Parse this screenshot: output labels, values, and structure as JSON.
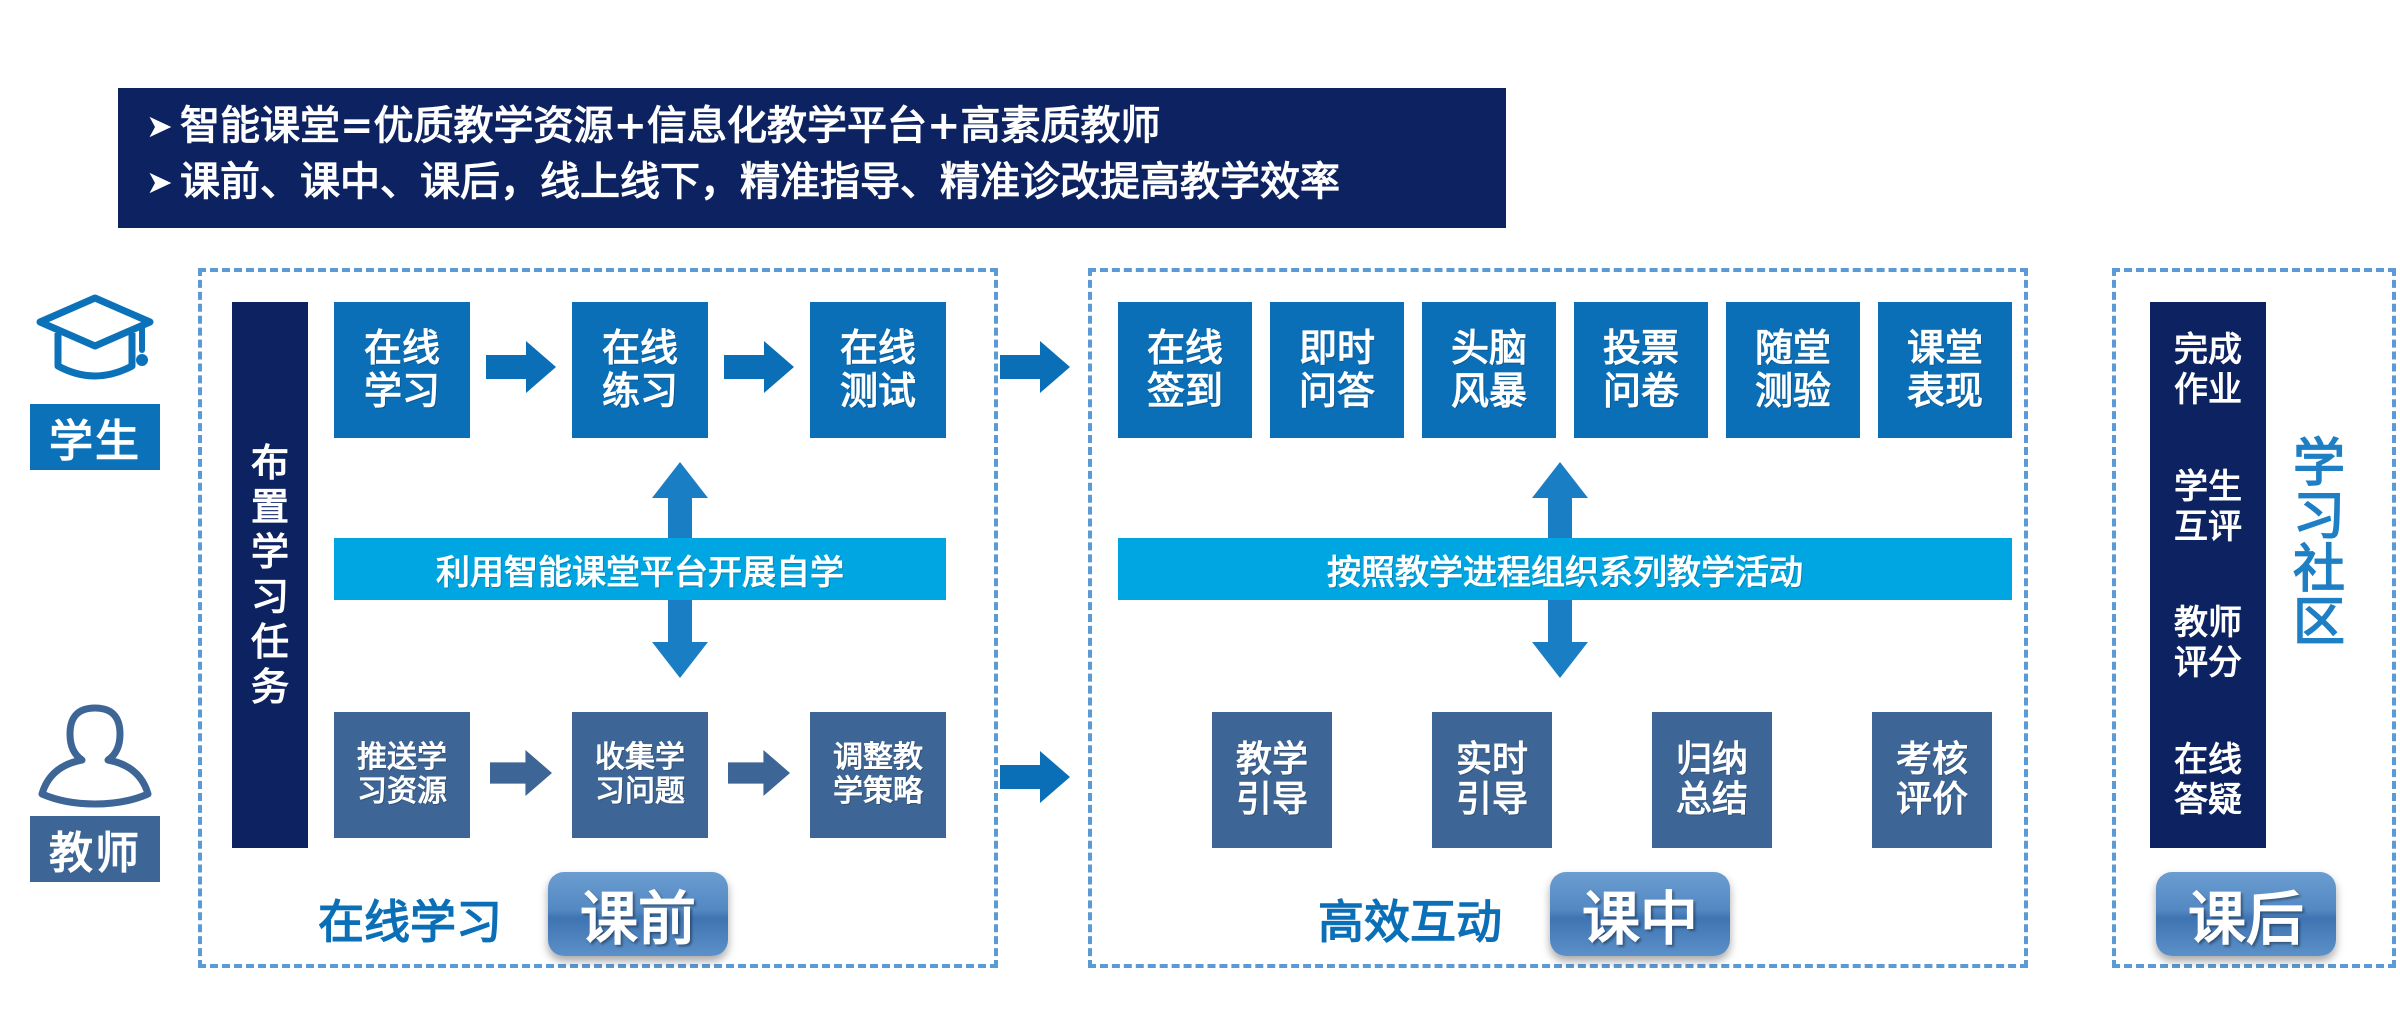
{
  "banner": {
    "bullet_glyph": "➤",
    "lines": [
      "智能课堂=优质教学资源+信息化教学平台+高素质教师",
      "课前、课中、课后，线上线下，精准指导、精准诊改提高教学效率"
    ]
  },
  "roles": {
    "student": {
      "label": "学生",
      "icon": "graduation-cap-icon",
      "color": "#0b72ba"
    },
    "teacher": {
      "label": "教师",
      "icon": "person-icon",
      "color": "#3d6595"
    }
  },
  "colors": {
    "navy": "#0d2260",
    "blue": "#0b6fb8",
    "steel": "#3d6595",
    "cyan": "#00a6e2",
    "dashed": "#5b9bd5",
    "pill_text": "#ffffff"
  },
  "pre_class": {
    "task_bar": {
      "chars": [
        "布",
        "置",
        "学",
        "习",
        "任",
        "务"
      ]
    },
    "student_row": [
      {
        "l1": "在线",
        "l2": "学习"
      },
      {
        "l1": "在线",
        "l2": "练习"
      },
      {
        "l1": "在线",
        "l2": "测试"
      }
    ],
    "band": "利用智能课堂平台开展自学",
    "teacher_row": [
      {
        "l1": "推送学",
        "l2": "习资源"
      },
      {
        "l1": "收集学",
        "l2": "习问题"
      },
      {
        "l1": "调整教",
        "l2": "学策略"
      }
    ],
    "footer_label": "在线学习",
    "pill": "课前"
  },
  "in_class": {
    "activities": [
      {
        "l1": "在线",
        "l2": "签到"
      },
      {
        "l1": "即时",
        "l2": "问答"
      },
      {
        "l1": "头脑",
        "l2": "风暴"
      },
      {
        "l1": "投票",
        "l2": "问卷"
      },
      {
        "l1": "随堂",
        "l2": "测验"
      },
      {
        "l1": "课堂",
        "l2": "表现"
      }
    ],
    "band": "按照教学进程组织系列教学活动",
    "teacher_row": [
      {
        "l1": "教学",
        "l2": "引导"
      },
      {
        "l1": "实时",
        "l2": "引导"
      },
      {
        "l1": "归纳",
        "l2": "总结"
      },
      {
        "l1": "考核",
        "l2": "评价"
      }
    ],
    "footer_label": "高效互动",
    "pill": "课中"
  },
  "post_class": {
    "items": [
      {
        "l1": "完成",
        "l2": "作业"
      },
      {
        "l1": "学生",
        "l2": "互评"
      },
      {
        "l1": "教师",
        "l2": "评分"
      },
      {
        "l1": "在线",
        "l2": "答疑"
      }
    ],
    "vertical_title": [
      "学",
      "习",
      "社",
      "区"
    ],
    "pill": "课后"
  },
  "arrows": {
    "pre_student_1": "arrow-right",
    "pre_student_2": "arrow-right",
    "pre_to_mid_top": "arrow-right",
    "pre_teacher_1": "arrow-right",
    "pre_teacher_2": "arrow-right",
    "pre_to_mid_bottom": "arrow-right",
    "pre_band_up": "arrow-up",
    "pre_band_down": "arrow-down",
    "mid_band_up": "arrow-up",
    "mid_band_down": "arrow-down"
  }
}
